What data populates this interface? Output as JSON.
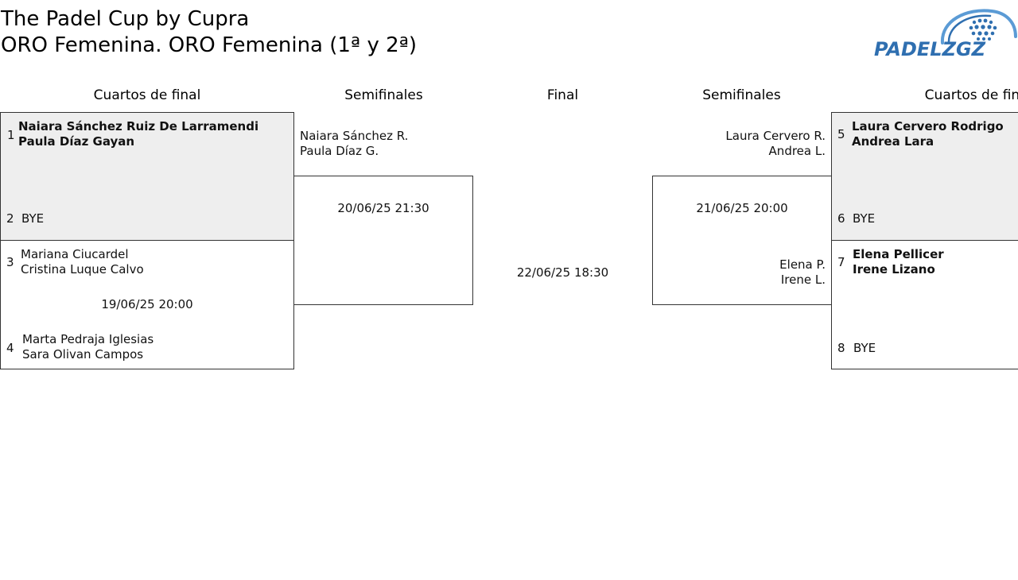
{
  "header": {
    "title": "The Padel Cup by Cupra",
    "subtitle": "ORO Femenina. ORO Femenina (1ª y 2ª)",
    "logo_text": "PADELZGZ"
  },
  "columns": {
    "left_qf": "Cuartos de final",
    "left_sf": "Semifinales",
    "final": "Final",
    "right_sf": "Semifinales",
    "right_qf": "Cuartos de final"
  },
  "left_qf": {
    "match1": {
      "seed_a": "1",
      "team_a": [
        "Naiara Sánchez Ruiz De Larramendi",
        "Paula Díaz Gayan"
      ],
      "seed_b": "2",
      "team_b": [
        "BYE"
      ]
    },
    "match2": {
      "seed_a": "3",
      "team_a": [
        "Mariana Ciucardel",
        "Cristina Luque Calvo"
      ],
      "date": "19/06/25 20:00",
      "seed_b": "4",
      "team_b": [
        "Marta Pedraja Iglesias",
        "Sara Olivan Campos"
      ]
    }
  },
  "left_sf": {
    "team_a": [
      "Naiara Sánchez R.",
      "Paula Díaz G."
    ],
    "date": "20/06/25 21:30"
  },
  "final": {
    "date": "22/06/25 18:30"
  },
  "right_sf": {
    "team_a": [
      "Laura Cervero R.",
      "Andrea L."
    ],
    "date": "21/06/25 20:00",
    "team_b": [
      "Elena P.",
      "Irene L."
    ]
  },
  "right_qf": {
    "match1": {
      "seed_a": "5",
      "team_a": [
        "Laura Cervero Rodrigo",
        "Andrea Lara"
      ],
      "seed_b": "6",
      "team_b": [
        "BYE"
      ]
    },
    "match2": {
      "seed_a": "7",
      "team_a": [
        "Elena Pellicer",
        "Irene Lizano"
      ],
      "seed_b": "8",
      "team_b": [
        "BYE"
      ]
    }
  },
  "colors": {
    "logo_blue": "#2f6fb0",
    "logo_light": "#5b9bd5",
    "shaded_box": "#eeeeee",
    "border": "#333333"
  }
}
